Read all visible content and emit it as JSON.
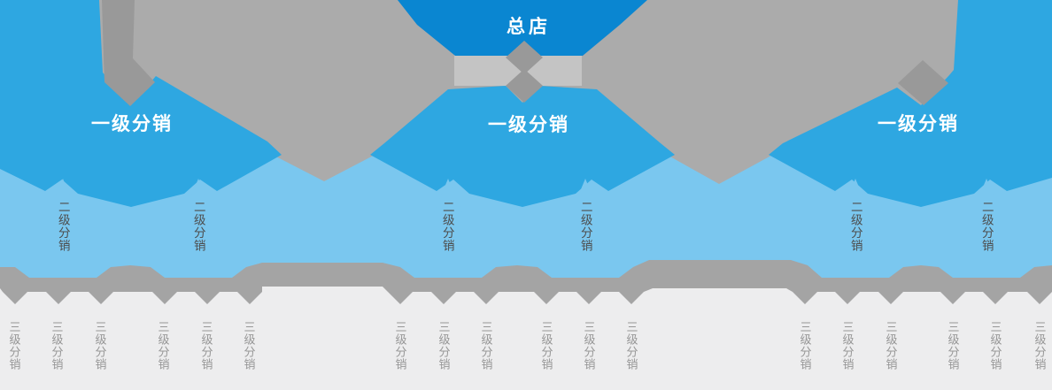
{
  "diagram": {
    "root": {
      "label": "总店"
    },
    "level1": [
      {
        "label": "一级分销"
      },
      {
        "label": "一级分销"
      },
      {
        "label": "一级分销"
      }
    ],
    "level2": [
      {
        "label": "二级分销"
      },
      {
        "label": "二级分销"
      },
      {
        "label": "二级分销"
      },
      {
        "label": "二级分销"
      },
      {
        "label": "二级分销"
      },
      {
        "label": "二级分销"
      }
    ],
    "level3": [
      {
        "label": "三级分销"
      },
      {
        "label": "三级分销"
      },
      {
        "label": "三级分销"
      },
      {
        "label": "三级分销"
      },
      {
        "label": "三级分销"
      },
      {
        "label": "三级分销"
      },
      {
        "label": "三级分销"
      },
      {
        "label": "三级分销"
      },
      {
        "label": "三级分销"
      },
      {
        "label": "三级分销"
      },
      {
        "label": "三级分销"
      },
      {
        "label": "三级分销"
      },
      {
        "label": "三级分销"
      },
      {
        "label": "三级分销"
      },
      {
        "label": "三级分销"
      },
      {
        "label": "三级分销"
      },
      {
        "label": "三级分销"
      },
      {
        "label": "三级分销"
      }
    ]
  },
  "colors": {
    "page_bg": "#ededee",
    "root_fill": "#0a86d1",
    "level1_fill": "#2ea7e1",
    "level2_fill": "#7ac7ef",
    "connector_gray": "#ababab",
    "arrow_gray": "#999999",
    "ribbon_light": "#c4c4c4",
    "band_gray": "#a4a4a4",
    "root_text": "#ffffff",
    "level1_text": "#ffffff",
    "level2_text": "#4d4d4d",
    "level3_text": "#979797"
  }
}
